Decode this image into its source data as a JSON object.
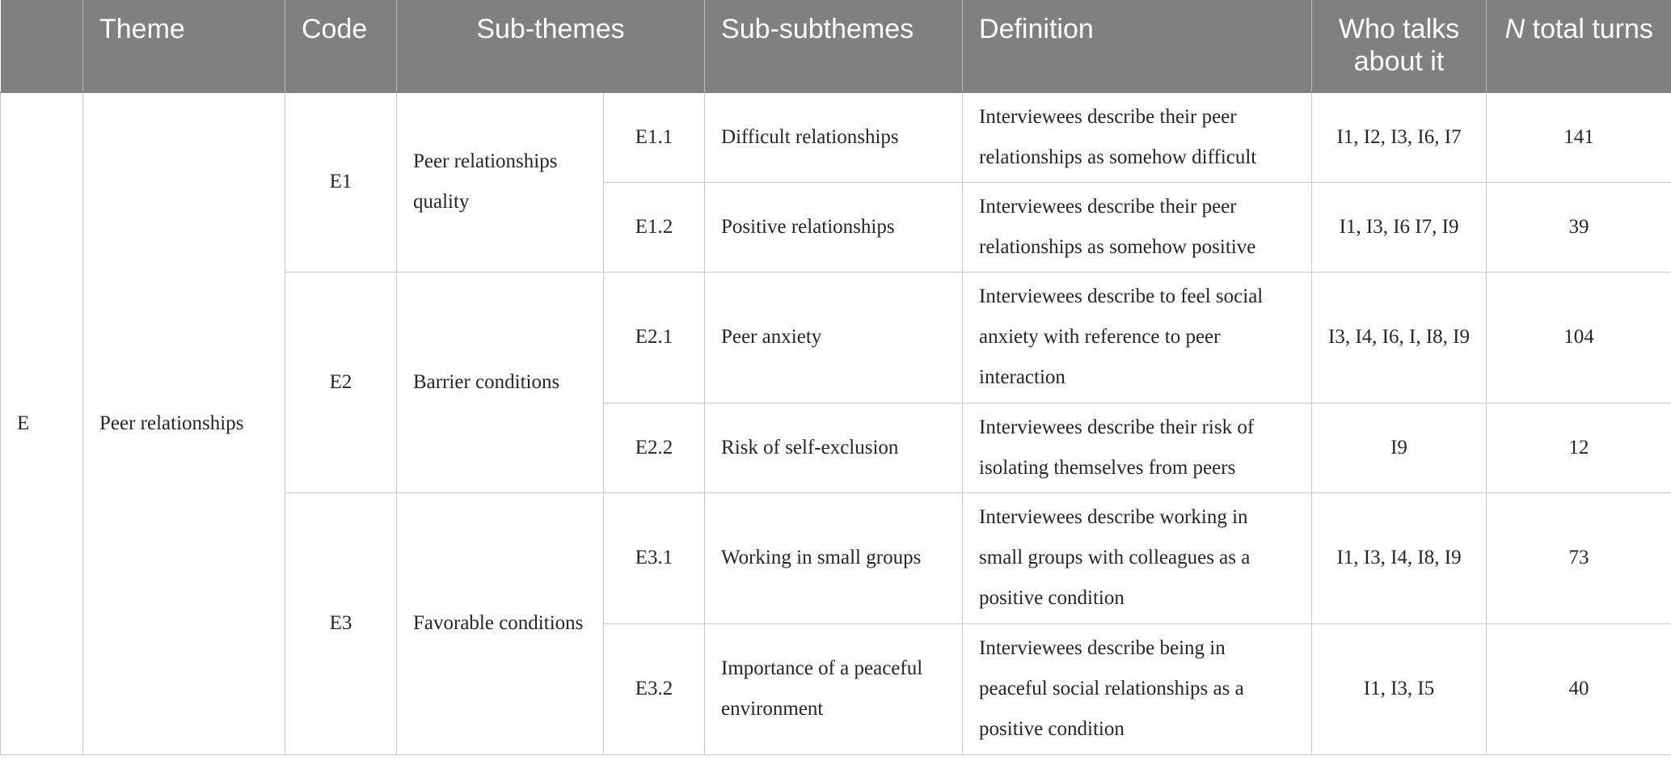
{
  "header": {
    "col_blank": "",
    "theme": "Theme",
    "code": "Code",
    "sub_themes": "Sub-themes",
    "sub_subthemes": "Sub-subthemes",
    "definition": "Definition",
    "who_talks": "Who talks about it",
    "n_total_prefix": "N",
    "n_total_suffix": " total turns"
  },
  "theme": {
    "letter": "E",
    "name": "Peer relationships"
  },
  "groups": [
    {
      "code": "E1",
      "sub_theme": "Peer relationships quality",
      "rows": [
        {
          "code": "E1.1",
          "sub_subtheme": "Difficult relationships",
          "definition": "Interviewees describe their peer relationships as somehow difficult",
          "who": "I1, I2, I3, I6, I7",
          "turns": "141"
        },
        {
          "code": "E1.2",
          "sub_subtheme": "Positive relationships",
          "definition": "Interviewees describe their peer relationships as somehow positive",
          "who": "I1, I3, I6 I7, I9",
          "turns": "39"
        }
      ]
    },
    {
      "code": "E2",
      "sub_theme": "Barrier conditions",
      "rows": [
        {
          "code": "E2.1",
          "sub_subtheme": "Peer anxiety",
          "definition": "Interviewees describe to feel social anxiety with reference to peer interaction",
          "who": "I3, I4, I6, I, I8, I9",
          "turns": "104"
        },
        {
          "code": "E2.2",
          "sub_subtheme": "Risk of self-exclusion",
          "definition": "Interviewees describe their risk of isolating themselves from peers",
          "who": "I9",
          "turns": "12"
        }
      ]
    },
    {
      "code": "E3",
      "sub_theme": "Favorable conditions",
      "rows": [
        {
          "code": "E3.1",
          "sub_subtheme": "Working in small groups",
          "definition": "Interviewees describe working in small groups with colleagues as a positive condition",
          "who": "I1, I3, I4, I8, I9",
          "turns": "73"
        },
        {
          "code": "E3.2",
          "sub_subtheme": "Importance of a peaceful environment",
          "definition": "Interviewees describe being in peaceful social relationships as a positive condition",
          "who": "I1, I3, I5",
          "turns": "40"
        }
      ]
    }
  ]
}
